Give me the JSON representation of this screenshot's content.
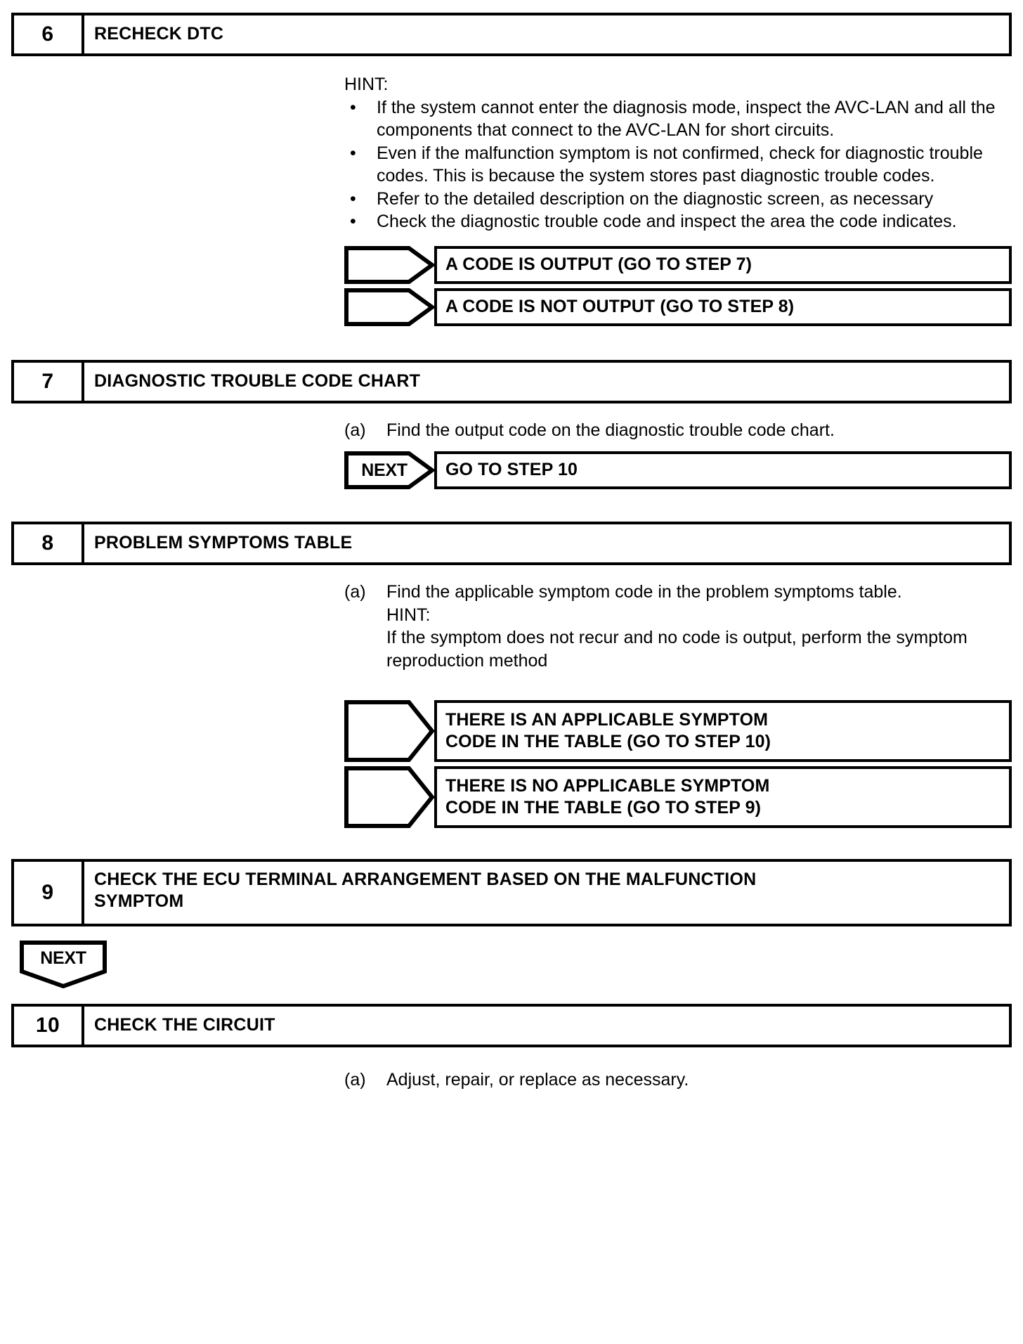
{
  "document": {
    "type": "diagnostic-flowchart",
    "steps": [
      {
        "number": "6",
        "title": "RECHECK DTC",
        "hint_label": "HINT:",
        "bullets": [
          "If the system cannot enter the diagnosis mode, inspect the AVC-LAN and all the components that connect to the AVC-LAN for short circuits.",
          "Even if the malfunction symptom is not confirmed, check for diagnostic trouble codes. This is because the system stores past diagnostic trouble codes.",
          "Refer to the detailed description on the diagnostic screen, as necessary",
          "Check the diagnostic trouble code and inspect the area the code indicates."
        ],
        "results": [
          {
            "arrow_label": "",
            "text": "A CODE IS OUTPUT (GO TO STEP 7)"
          },
          {
            "arrow_label": "",
            "text": "A CODE IS NOT OUTPUT (GO TO STEP 8)"
          }
        ]
      },
      {
        "number": "7",
        "title": "DIAGNOSTIC TROUBLE CODE CHART",
        "items": [
          {
            "letter": "(a)",
            "text": "Find the output code on the diagnostic trouble code chart."
          }
        ],
        "results": [
          {
            "arrow_label": "NEXT",
            "text": "GO TO STEP 10"
          }
        ]
      },
      {
        "number": "8",
        "title": "PROBLEM SYMPTOMS TABLE",
        "items": [
          {
            "letter": "(a)",
            "text": "Find the applicable symptom code in the problem symptoms table."
          }
        ],
        "hint_label": "HINT:",
        "hint_text": "If the symptom does not recur and no code is output, perform the symptom reproduction method",
        "results": [
          {
            "arrow_label": "",
            "line1": "THERE IS AN APPLICABLE SYMPTOM",
            "line2": "CODE IN THE TABLE (GO TO STEP 10)"
          },
          {
            "arrow_label": "",
            "line1": "THERE IS NO APPLICABLE SYMPTOM",
            "line2": "CODE IN THE TABLE (GO TO STEP 9)"
          }
        ]
      },
      {
        "number": "9",
        "title": "CHECK THE ECU TERMINAL ARRANGEMENT BASED ON THE MALFUNCTION SYMPTOM",
        "connector": {
          "label": "NEXT"
        }
      },
      {
        "number": "10",
        "title": "CHECK THE CIRCUIT",
        "items": [
          {
            "letter": "(a)",
            "text": "Adjust, repair, or replace as necessary."
          }
        ]
      }
    ]
  },
  "colors": {
    "ink": "#000000",
    "paper": "#ffffff"
  }
}
